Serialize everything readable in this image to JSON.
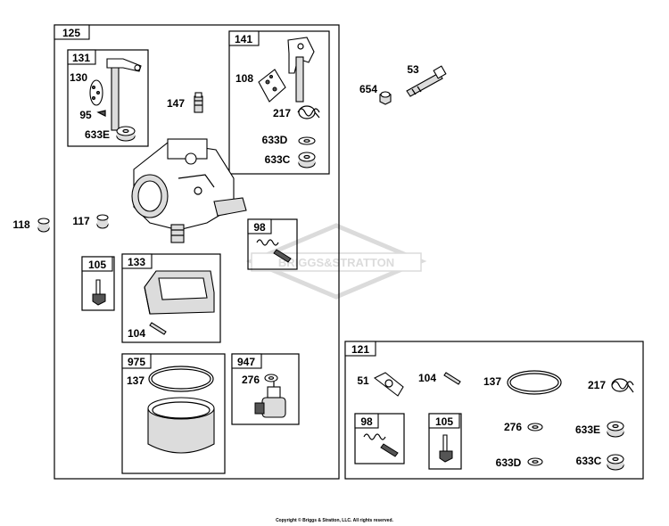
{
  "watermark": {
    "text": "BRIGGS&STRATTON"
  },
  "copyright": "Copyright © Briggs & Stratton, LLC. All rights reserved.",
  "groups": {
    "g125": "125",
    "g131": "131",
    "g141": "141",
    "g105a": "105",
    "g133": "133",
    "g98a": "98",
    "g975": "975",
    "g947": "947",
    "g121": "121",
    "g98b": "98",
    "g105b": "105"
  },
  "labels": {
    "p130": "130",
    "p95": "95",
    "p633E_a": "633E",
    "p147": "147",
    "p108": "108",
    "p217_a": "217",
    "p633D_a": "633D",
    "p633C_a": "633C",
    "p654": "654",
    "p53": "53",
    "p118": "118",
    "p117": "117",
    "p104_a": "104",
    "p137_a": "137",
    "p276_a": "276",
    "p51": "51",
    "p104_b": "104",
    "p137_b": "137",
    "p217_b": "217",
    "p276_b": "276",
    "p633E_b": "633E",
    "p633D_b": "633D",
    "p633C_b": "633C"
  }
}
